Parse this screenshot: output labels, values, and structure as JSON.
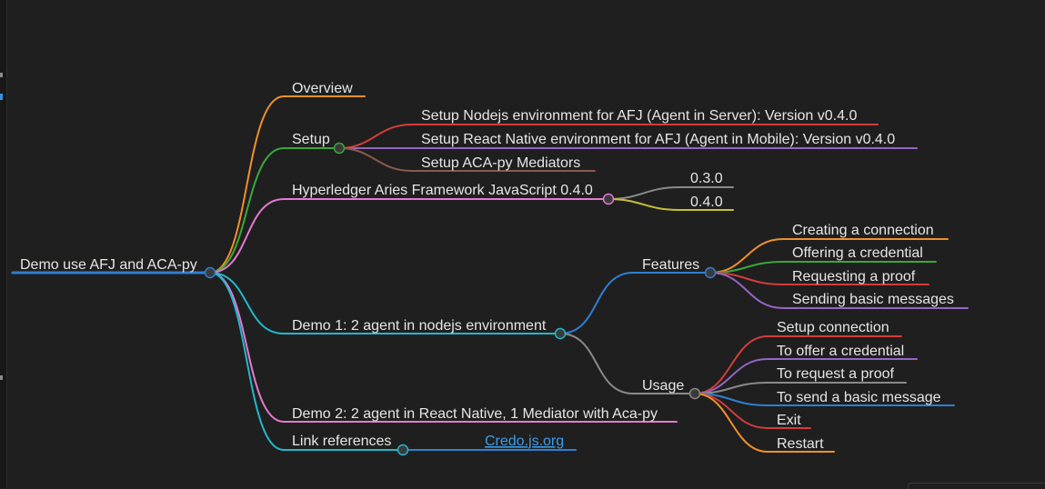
{
  "mindmap": {
    "root": {
      "label": "Demo use AFJ and ACA-py",
      "color": "#2f7fd1"
    },
    "branches": {
      "overview": {
        "label": "Overview",
        "color": "#f0902a"
      },
      "setup": {
        "label": "Setup",
        "color": "#3aa83a",
        "children": [
          {
            "label": "Setup Nodejs environment for AFJ (Agent in Server): Version v0.4.0",
            "color": "#d43c3c"
          },
          {
            "label": "Setup React Native environment for AFJ (Agent in Mobile): Version v0.4.0",
            "color": "#9565c4"
          },
          {
            "label": "Setup ACA-py Mediators",
            "color": "#8c5a4a"
          }
        ]
      },
      "hyperledger": {
        "label": "Hyperledger Aries Framework JavaScript 0.4.0",
        "color": "#e47ad0",
        "children": [
          {
            "label": "0.3.0",
            "color": "#8a8a8a"
          },
          {
            "label": "0.4.0",
            "color": "#c7c034"
          }
        ]
      },
      "demo1": {
        "label": "Demo 1: 2 agent in nodejs environment",
        "color": "#22b8cc",
        "features": {
          "label": "Features",
          "color": "#2f7fd1",
          "children": [
            {
              "label": "Creating a connection",
              "color": "#f0902a"
            },
            {
              "label": "Offering a credential",
              "color": "#3aa83a"
            },
            {
              "label": "Requesting a proof",
              "color": "#d43c3c"
            },
            {
              "label": "Sending basic messages",
              "color": "#9565c4"
            }
          ]
        },
        "usage": {
          "label": "Usage",
          "color": "#8a8a8a",
          "children": [
            {
              "label": "Setup connection",
              "color": "#d43c3c"
            },
            {
              "label": "To offer a credential",
              "color": "#9565c4"
            },
            {
              "label": "To request a proof",
              "color": "#8a8a8a"
            },
            {
              "label": "To send a basic message",
              "color": "#2f7fd1"
            },
            {
              "label": "Exit",
              "color": "#d43c3c"
            },
            {
              "label": "Restart",
              "color": "#f0902a"
            }
          ]
        }
      },
      "demo2": {
        "label": "Demo 2: 2 agent in React Native, 1 Mediator with Aca-py",
        "color": "#e47ad0"
      },
      "links": {
        "label": "Link references",
        "color": "#22b8cc",
        "children": [
          {
            "label": "Credo.js.org",
            "color": "#2f7fd1"
          }
        ]
      }
    }
  }
}
